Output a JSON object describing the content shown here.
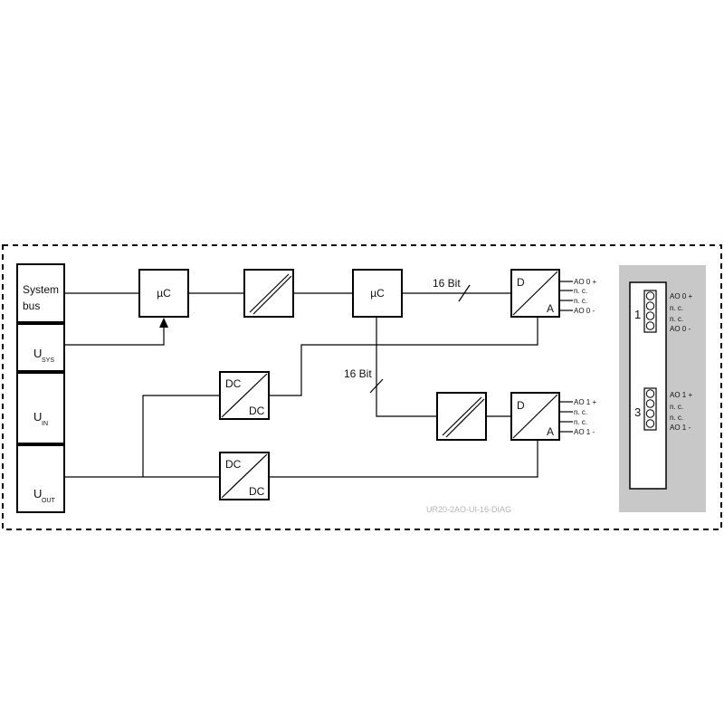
{
  "blocks": {
    "system_bus": [
      "System",
      "bus"
    ],
    "u_sys": {
      "main": "U",
      "sub": "SYS"
    },
    "u_in": {
      "main": "U",
      "sub": "IN"
    },
    "u_out": {
      "main": "U",
      "sub": "OUT"
    },
    "uc_label": "µC",
    "dc_label": "DC",
    "d_label": "D",
    "a_label": "A"
  },
  "bus_labels": {
    "top": "16 Bit",
    "mid": "16 Bit"
  },
  "outputs": {
    "ao0": [
      "AO 0 +",
      "n. c.",
      "n. c.",
      "AO 0 -"
    ],
    "ao1": [
      "AO 1 +",
      "n. c.",
      "n. c.",
      "AO 1 -"
    ]
  },
  "connector": {
    "slot1_number": "1",
    "slot3_number": "3",
    "slot1_pins": [
      "AO 0 +",
      "n. c.",
      "n. c.",
      "AO 0 -"
    ],
    "slot3_pins": [
      "AO 1 +",
      "n. c.",
      "n. c.",
      "AO 1 -"
    ]
  },
  "model_name": "UR20-2AO-UI-16-DIAG",
  "colors": {
    "panel_gray": "#c8c8c8",
    "watermark": "#b5b5b5"
  }
}
